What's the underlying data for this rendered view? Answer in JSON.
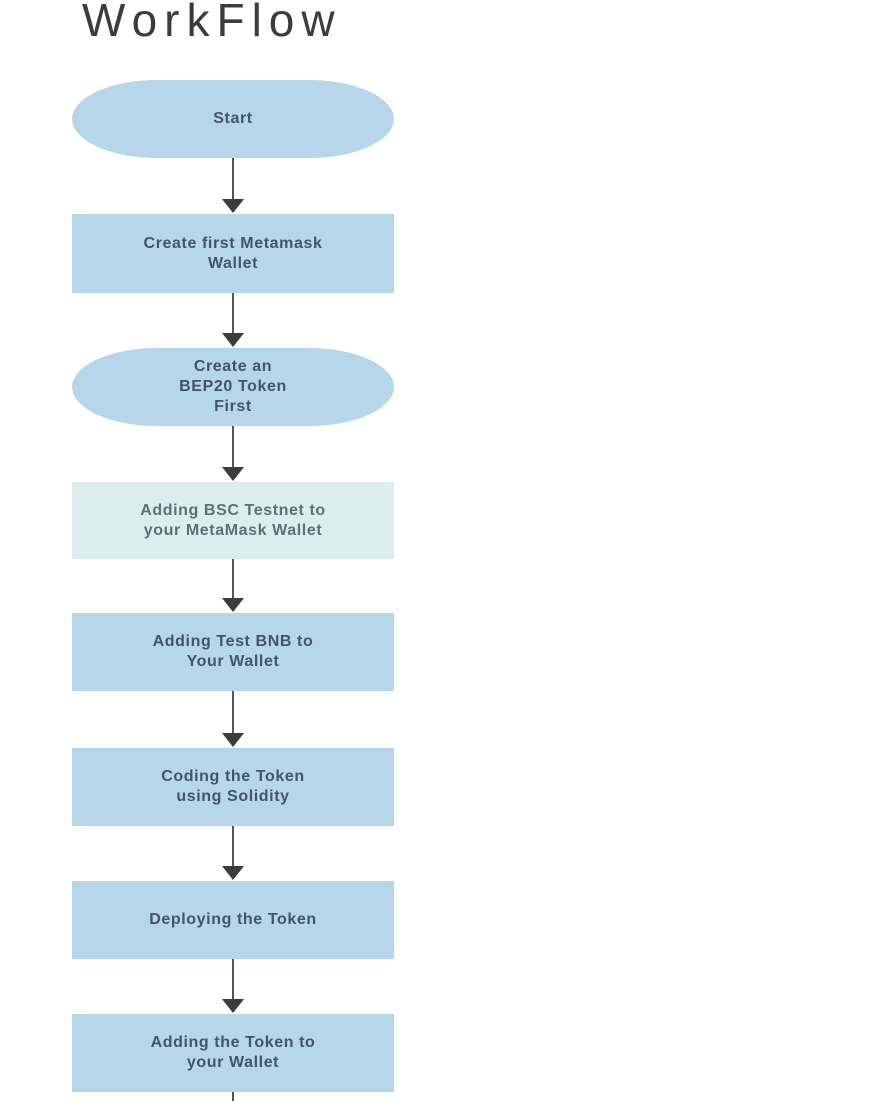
{
  "title": "WorkFlow",
  "colors": {
    "node_fill_blue": "#b6d6ea",
    "node_fill_mint": "#dcedeb",
    "node_text_blue": "#42556a",
    "node_text_mint": "#5e7073",
    "arrow": "#555555",
    "title_text": "#3c3c3c",
    "background": "#ffffff"
  },
  "flowchart": {
    "nodes": [
      {
        "name": "start",
        "shape": "terminator",
        "fill": "#b6d6ea",
        "label": "Start",
        "lines": [
          "Start"
        ]
      },
      {
        "name": "create-metamask-wallet",
        "shape": "process",
        "fill": "#b6d6ea",
        "label": "Create first Metamask Wallet",
        "lines": [
          "Create first Metamask",
          "Wallet"
        ]
      },
      {
        "name": "create-bep20-token",
        "shape": "terminator",
        "fill": "#b6d6ea",
        "label": "Create an BEP20 Token First",
        "lines": [
          "Create an",
          "BEP20 Token",
          "First"
        ]
      },
      {
        "name": "add-bsc-testnet",
        "shape": "process",
        "fill": "#dcedeb",
        "label": "Adding BSC Testnet to your MetaMask Wallet",
        "lines": [
          "Adding BSC Testnet to",
          "your MetaMask Wallet"
        ]
      },
      {
        "name": "add-test-bnb",
        "shape": "process",
        "fill": "#b6d6ea",
        "label": "Adding Test BNB to Your Wallet",
        "lines": [
          "Adding Test BNB to",
          "Your Wallet"
        ]
      },
      {
        "name": "code-token-solidity",
        "shape": "process",
        "fill": "#b6d6ea",
        "label": "Coding the Token using Solidity",
        "lines": [
          "Coding the Token",
          "using Solidity"
        ]
      },
      {
        "name": "deploy-token",
        "shape": "process",
        "fill": "#b6d6ea",
        "label": "Deploying the Token",
        "lines": [
          "Deploying the Token"
        ]
      },
      {
        "name": "add-token-to-wallet",
        "shape": "process",
        "fill": "#b6d6ea",
        "label": "Adding the Token to your Wallet",
        "lines": [
          "Adding the Token to",
          "your Wallet"
        ]
      }
    ],
    "connections": [
      {
        "from": "start",
        "to": "create-metamask-wallet"
      },
      {
        "from": "create-metamask-wallet",
        "to": "create-bep20-token"
      },
      {
        "from": "create-bep20-token",
        "to": "add-bsc-testnet"
      },
      {
        "from": "add-bsc-testnet",
        "to": "add-test-bnb"
      },
      {
        "from": "add-test-bnb",
        "to": "code-token-solidity"
      },
      {
        "from": "code-token-solidity",
        "to": "deploy-token"
      },
      {
        "from": "deploy-token",
        "to": "add-token-to-wallet"
      },
      {
        "from": "add-token-to-wallet",
        "to": "offscreen-below"
      }
    ]
  }
}
